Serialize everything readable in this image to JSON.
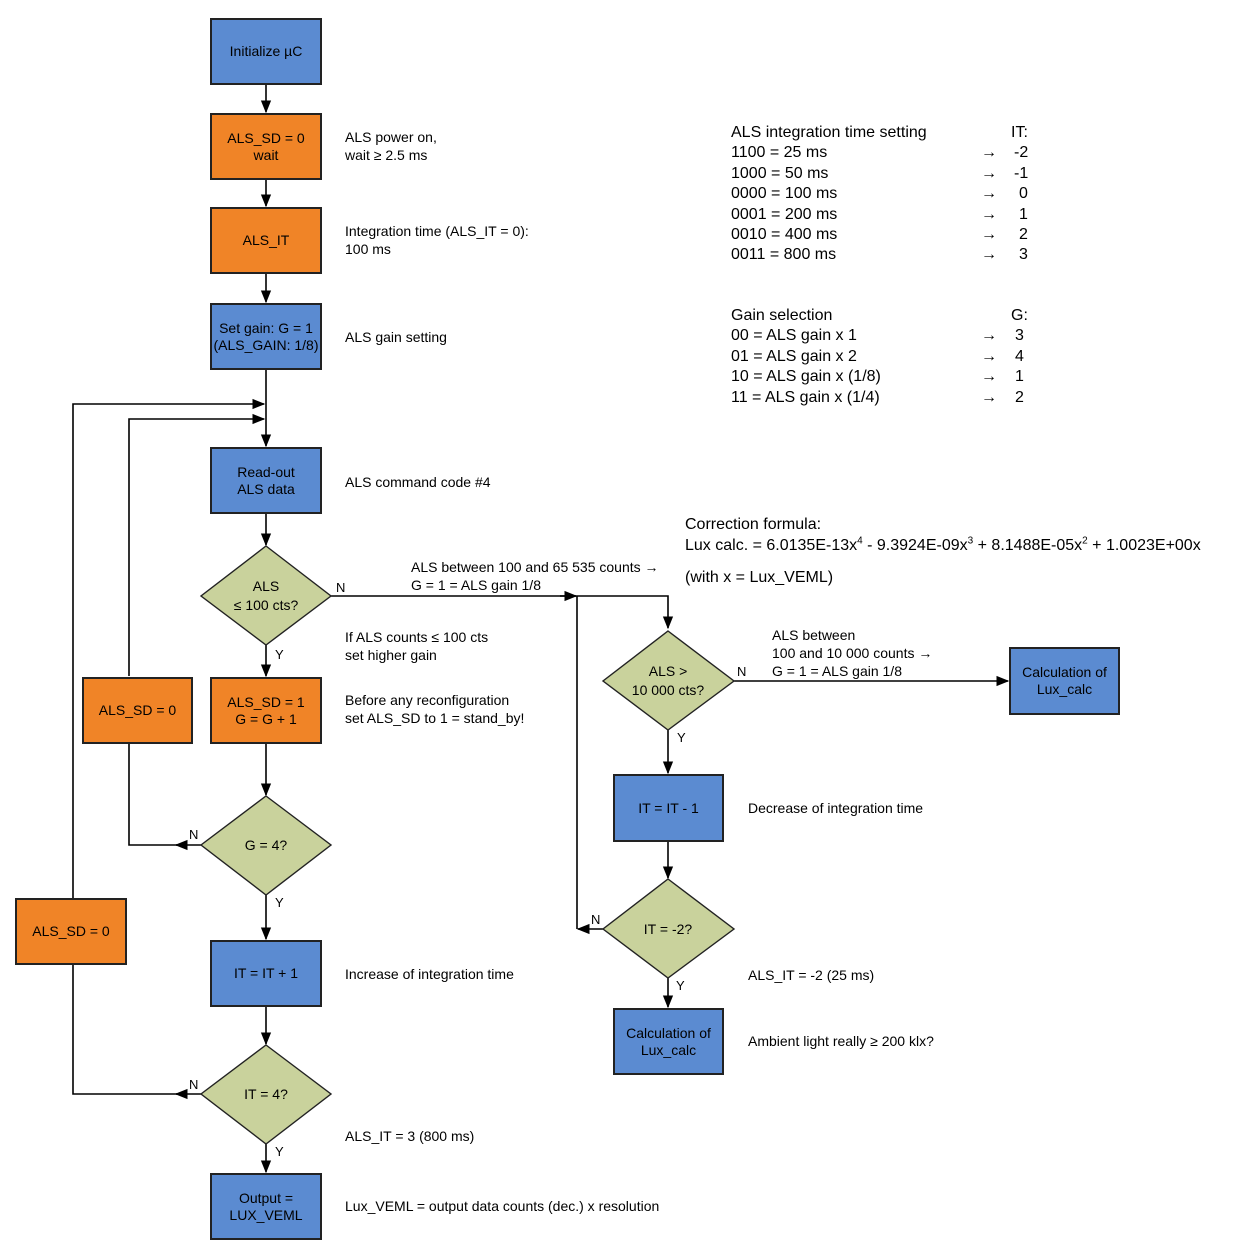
{
  "nodes": {
    "init": "Initialize µC",
    "als_sd0_wait": [
      "ALS_SD = 0",
      "wait"
    ],
    "als_it": "ALS_IT",
    "set_gain": [
      "Set gain: G = 1",
      "(ALS_GAIN: 1/8)"
    ],
    "readout": [
      "Read-out",
      "ALS data"
    ],
    "dec_als100": [
      "ALS",
      "≤ 100 cts?"
    ],
    "als_sd1": [
      "ALS_SD = 1",
      "G = G + 1"
    ],
    "dec_g4": "G = 4?",
    "it_plus": "IT = IT + 1",
    "dec_it4": "IT = 4?",
    "output": [
      "Output =",
      "LUX_VEML"
    ],
    "als_sd0_left1": "ALS_SD = 0",
    "als_sd0_left2": "ALS_SD = 0",
    "dec_als10000": [
      "ALS >",
      "10 000 cts?"
    ],
    "it_minus": "IT = IT - 1",
    "dec_itm2": "IT = -2?",
    "calc_right": [
      "Calculation of",
      "Lux_calc"
    ],
    "calc_bottom": [
      "Calculation of",
      "Lux_calc"
    ]
  },
  "edge_labels": {
    "n1": "N",
    "y1": "Y",
    "n2": "N",
    "y2": "Y",
    "n3": "N",
    "y3": "Y",
    "n4": "N",
    "y4": "Y",
    "n5": "N",
    "y5": "Y"
  },
  "notes": {
    "power_on": [
      "ALS power on,",
      "wait ≥ 2.5 ms"
    ],
    "integration": [
      "Integration time (ALS_IT = 0):",
      "100 ms"
    ],
    "gain_setting": "ALS gain setting",
    "command_code": "ALS command code #4",
    "higher_gain": [
      "If ALS counts ≤ 100 cts",
      "set higher gain"
    ],
    "reconfig": [
      "Before any reconfiguration",
      "set ALS_SD to 1 = stand_by!"
    ],
    "increase_it": "Increase of integration time",
    "als_it3": "ALS_IT = 3 (800 ms)",
    "lux_veml": "Lux_VEML = output data counts (dec.) x resolution",
    "between_65535": [
      "ALS between 100 and 65 535 counts →",
      "G = 1 = ALS gain 1/8"
    ],
    "between_10000": [
      "ALS between",
      "100 and 10 000 counts →",
      "G = 1 = ALS gain 1/8"
    ],
    "decrease_it": "Decrease of integration time",
    "als_itm2": "ALS_IT = -2 (25 ms)",
    "ambient": "Ambient light really ≥ 200 klx?"
  },
  "it_table": {
    "header": "ALS integration time setting",
    "col_header": "IT:",
    "rows": [
      {
        "setting": "1100 = 25 ms",
        "arrow": "→",
        "value": "-2"
      },
      {
        "setting": "1000 = 50 ms",
        "arrow": "→",
        "value": "-1"
      },
      {
        "setting": "0000 = 100 ms",
        "arrow": "→",
        "value": "0"
      },
      {
        "setting": "0001 = 200 ms",
        "arrow": "→",
        "value": "1"
      },
      {
        "setting": "0010 = 400 ms",
        "arrow": "→",
        "value": "2"
      },
      {
        "setting": "0011 = 800 ms",
        "arrow": "→",
        "value": "3"
      }
    ]
  },
  "gain_table": {
    "header": "Gain selection",
    "col_header": "G:",
    "rows": [
      {
        "setting": "00 = ALS gain x 1",
        "arrow": "→",
        "value": "3"
      },
      {
        "setting": "01 = ALS gain x 2",
        "arrow": "→",
        "value": "4"
      },
      {
        "setting": "10 = ALS gain x (1/8)",
        "arrow": "→",
        "value": "1"
      },
      {
        "setting": "11 = ALS gain x (1/4)",
        "arrow": "→",
        "value": "2"
      }
    ]
  },
  "formula": {
    "title": "Correction formula:",
    "lhs": "Lux calc. = ",
    "t1": "6.0135E-13x",
    "e1": "4",
    "t2": " - 9.3924E-09x",
    "e2": "3",
    "t3": " + 8.1488E-05x",
    "e3": "2",
    "t4": " + 1.0023E+00x",
    "note": "(with x = Lux_VEML)"
  },
  "colors": {
    "blue_box": "#5b8bd1",
    "orange_box": "#f08427",
    "decision": "#c9d29c"
  }
}
